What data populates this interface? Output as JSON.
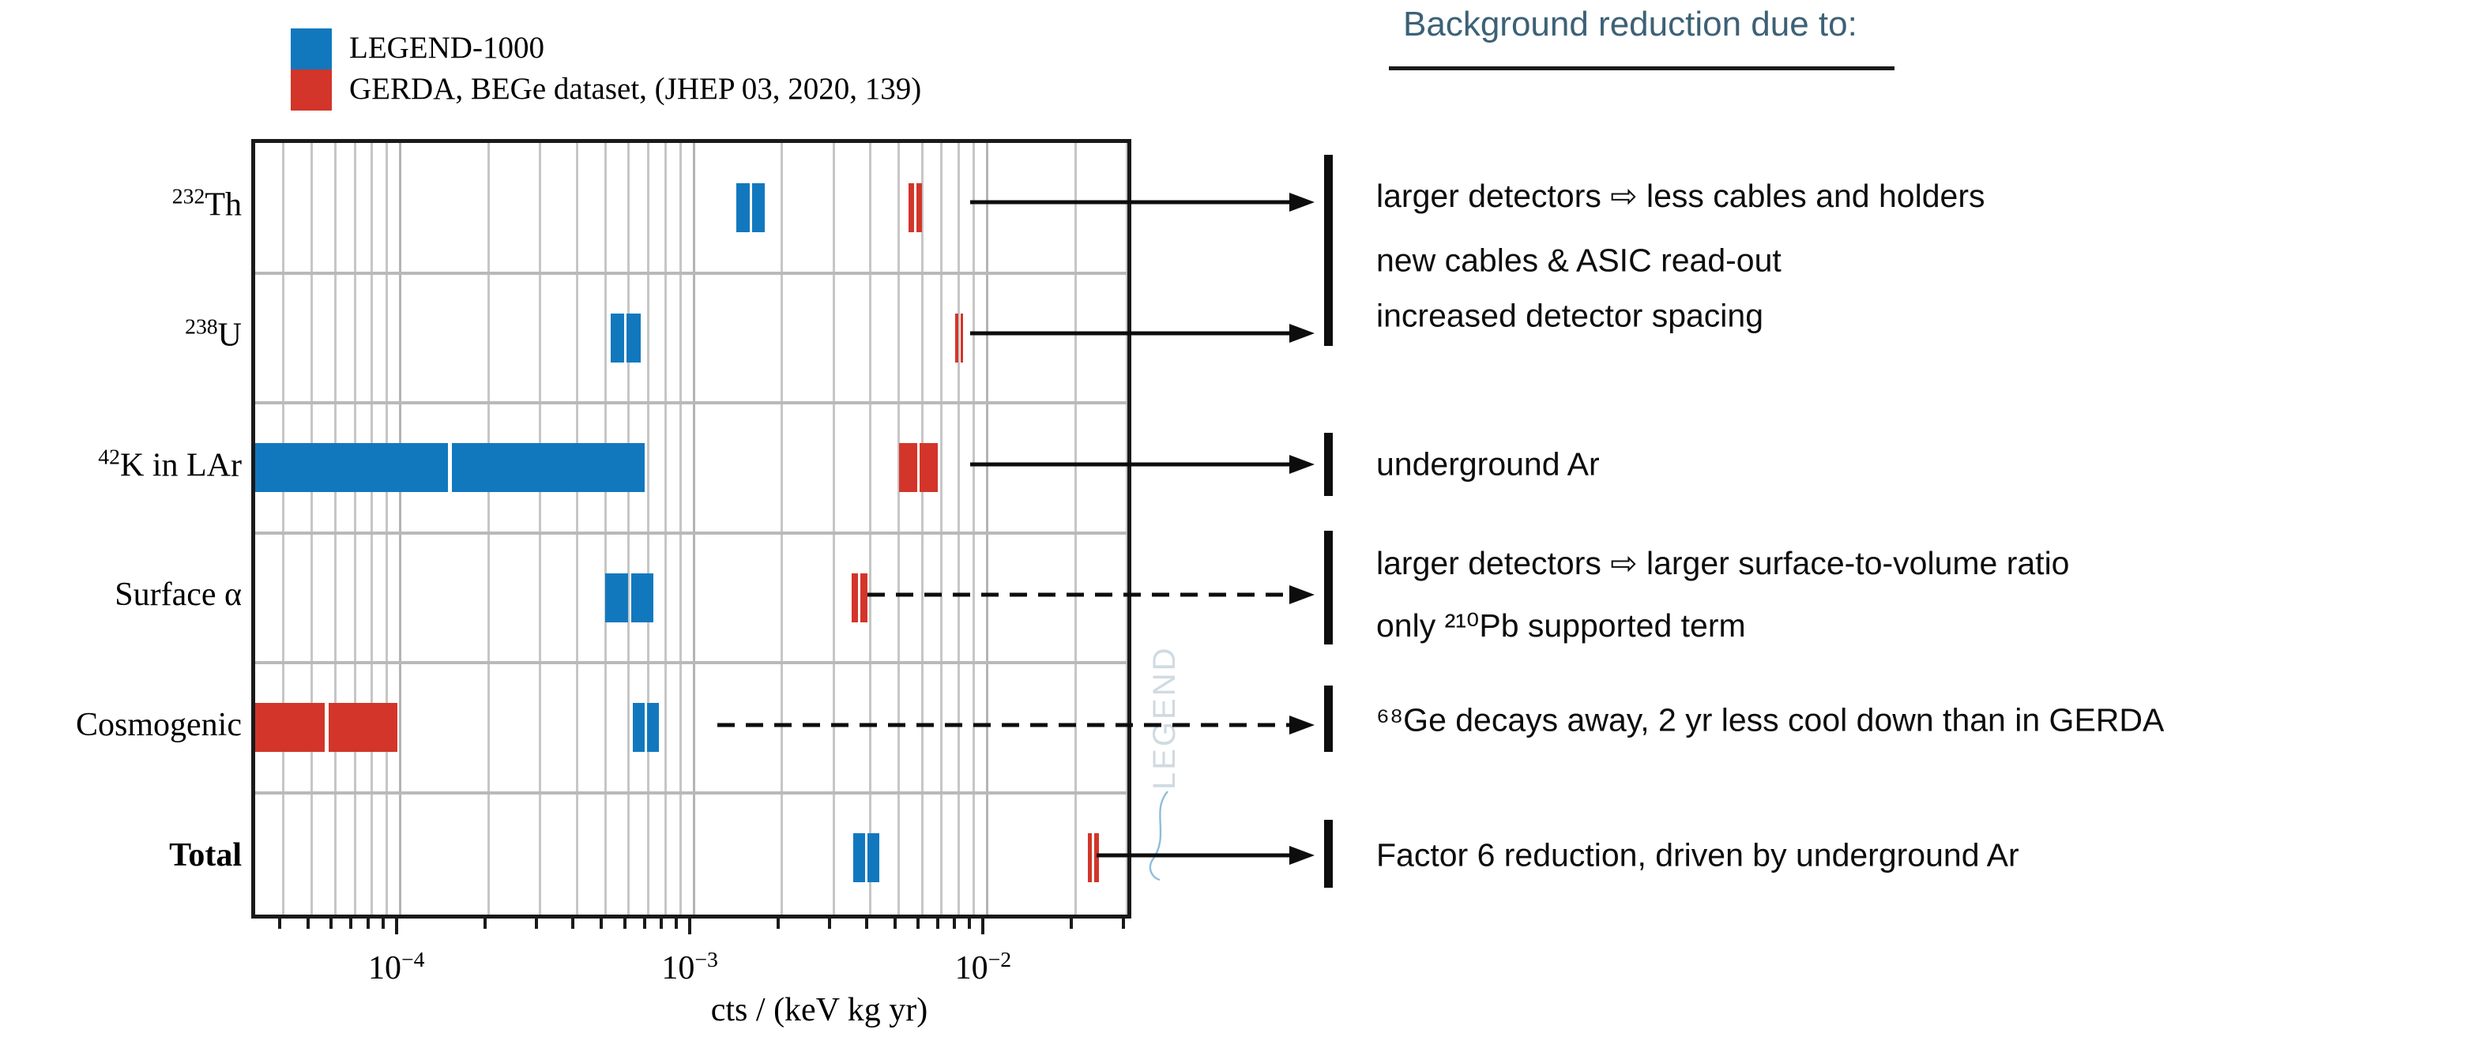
{
  "legend": {
    "items": [
      {
        "label": "LEGEND-1000",
        "color": "#1278be"
      },
      {
        "label": "GERDA, BEGe dataset, (JHEP 03, 2020, 139)",
        "color": "#d3352a"
      }
    ]
  },
  "annotations": {
    "title": "Background reduction due to:",
    "title_color": "#3d6176",
    "groups": [
      {
        "lines": [
          "larger detectors ⇨ less cables and holders",
          "new cables & ASIC read-out",
          "increased detector spacing"
        ]
      },
      {
        "lines": [
          "underground Ar"
        ]
      },
      {
        "lines": [
          "larger detectors ⇨ larger surface-to-volume ratio",
          "only ²¹⁰Pb supported term"
        ]
      },
      {
        "lines": [
          "⁶⁸Ge decays away, 2 yr less cool down than in GERDA"
        ]
      },
      {
        "lines": [
          "Factor 6 reduction, driven by underground Ar"
        ]
      }
    ]
  },
  "watermark": {
    "text": "LEGEND",
    "color": "#c8d4dc"
  },
  "chart_data": {
    "type": "bar",
    "orientation": "horizontal",
    "title": "",
    "xlabel": "cts / (keV kg yr)",
    "ylabel": "",
    "xscale": "log",
    "xlim": [
      3.2e-05,
      0.032
    ],
    "xticks": [
      0.0001,
      0.001,
      0.01
    ],
    "xticklabels": [
      "10−4",
      "10−3",
      "10−2"
    ],
    "grid": true,
    "legend_position": "above-left",
    "categories": [
      "²³²Th",
      "²³⁸U",
      "⁴²K in LAr",
      "Surface α",
      "Cosmogenic",
      "Total"
    ],
    "series": [
      {
        "name": "LEGEND-1000",
        "color": "#1278be",
        "bands": [
          {
            "category": "²³²Th",
            "low": 0.0014,
            "high": 0.00175
          },
          {
            "category": "²³⁸U",
            "low": 0.00052,
            "high": 0.00066
          },
          {
            "category": "⁴²K in LAr",
            "low": 3.2e-05,
            "high": 0.00068
          },
          {
            "category": "Surface α",
            "low": 0.0005,
            "high": 0.00073
          },
          {
            "category": "Cosmogenic",
            "low": 0.00062,
            "high": 0.00076
          },
          {
            "category": "Total",
            "low": 0.0035,
            "high": 0.0043
          }
        ]
      },
      {
        "name": "GERDA, BEGe dataset, (JHEP 03, 2020, 139)",
        "color": "#d3352a",
        "bands": [
          {
            "category": "²³²Th",
            "low": 0.0054,
            "high": 0.006
          },
          {
            "category": "²³⁸U",
            "low": 0.0078,
            "high": 0.0083
          },
          {
            "category": "⁴²K in LAr",
            "low": 0.005,
            "high": 0.0068
          },
          {
            "category": "Surface α",
            "low": 0.00345,
            "high": 0.0039
          },
          {
            "category": "Cosmogenic",
            "low": 3.2e-05,
            "high": 9.8e-05
          },
          {
            "category": "Total",
            "low": 0.022,
            "high": 0.024
          }
        ]
      }
    ]
  }
}
